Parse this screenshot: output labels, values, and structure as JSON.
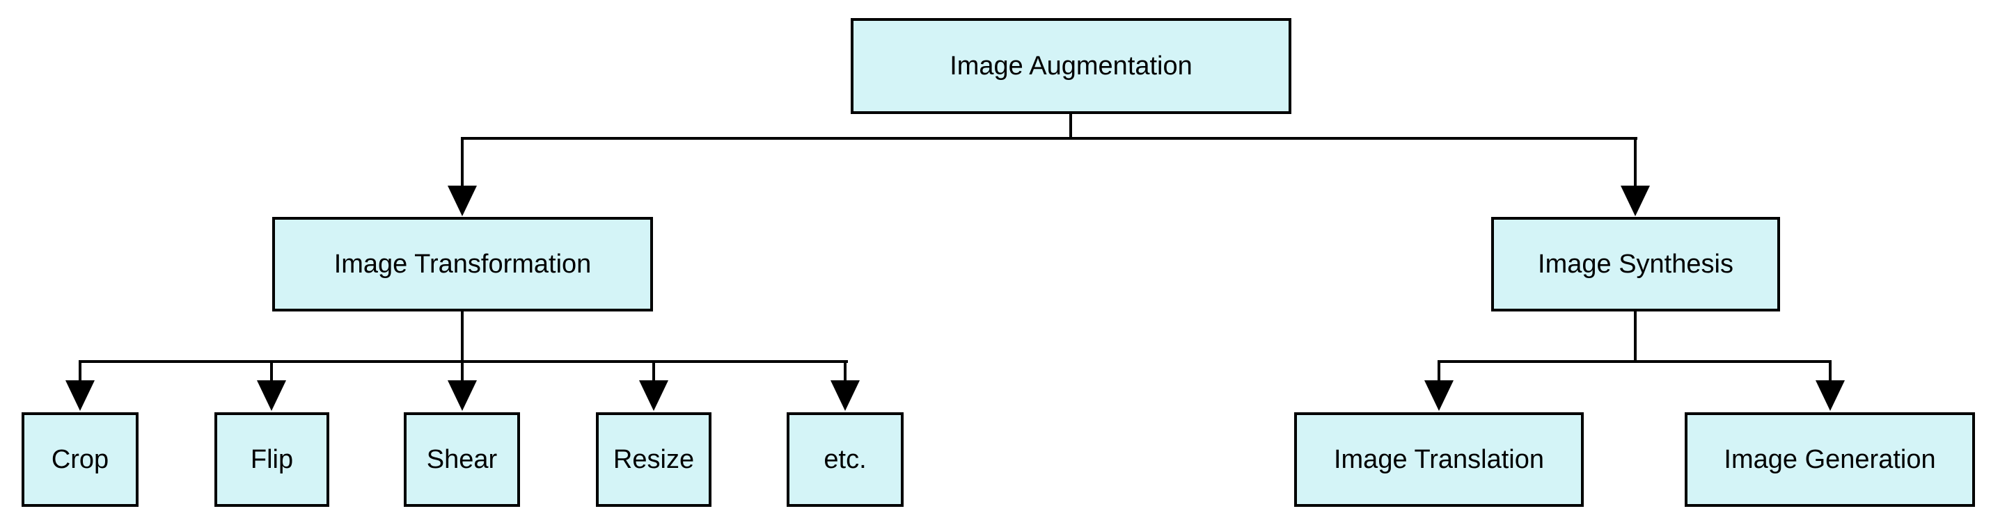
{
  "diagram": {
    "type": "tree-flowchart",
    "topic": "Image Augmentation taxonomy",
    "colors": {
      "background": "#ffffff",
      "node_fill": "#d4f4f7",
      "node_border": "#000000",
      "connector": "#000000",
      "text": "#000000"
    },
    "nodes": {
      "root": {
        "label": "Image Augmentation"
      },
      "transformation": {
        "label": "Image Transformation"
      },
      "synthesis": {
        "label": "Image Synthesis"
      },
      "crop": {
        "label": "Crop"
      },
      "flip": {
        "label": "Flip"
      },
      "shear": {
        "label": "Shear"
      },
      "resize": {
        "label": "Resize"
      },
      "etc": {
        "label": "etc."
      },
      "translation": {
        "label": "Image Translation"
      },
      "generation": {
        "label": "Image Generation"
      }
    },
    "edges": [
      {
        "from": "Image Augmentation",
        "to": "Image Transformation"
      },
      {
        "from": "Image Augmentation",
        "to": "Image Synthesis"
      },
      {
        "from": "Image Transformation",
        "to": "Crop"
      },
      {
        "from": "Image Transformation",
        "to": "Flip"
      },
      {
        "from": "Image Transformation",
        "to": "Shear"
      },
      {
        "from": "Image Transformation",
        "to": "Resize"
      },
      {
        "from": "Image Transformation",
        "to": "etc."
      },
      {
        "from": "Image Synthesis",
        "to": "Image Translation"
      },
      {
        "from": "Image Synthesis",
        "to": "Image Generation"
      }
    ]
  }
}
